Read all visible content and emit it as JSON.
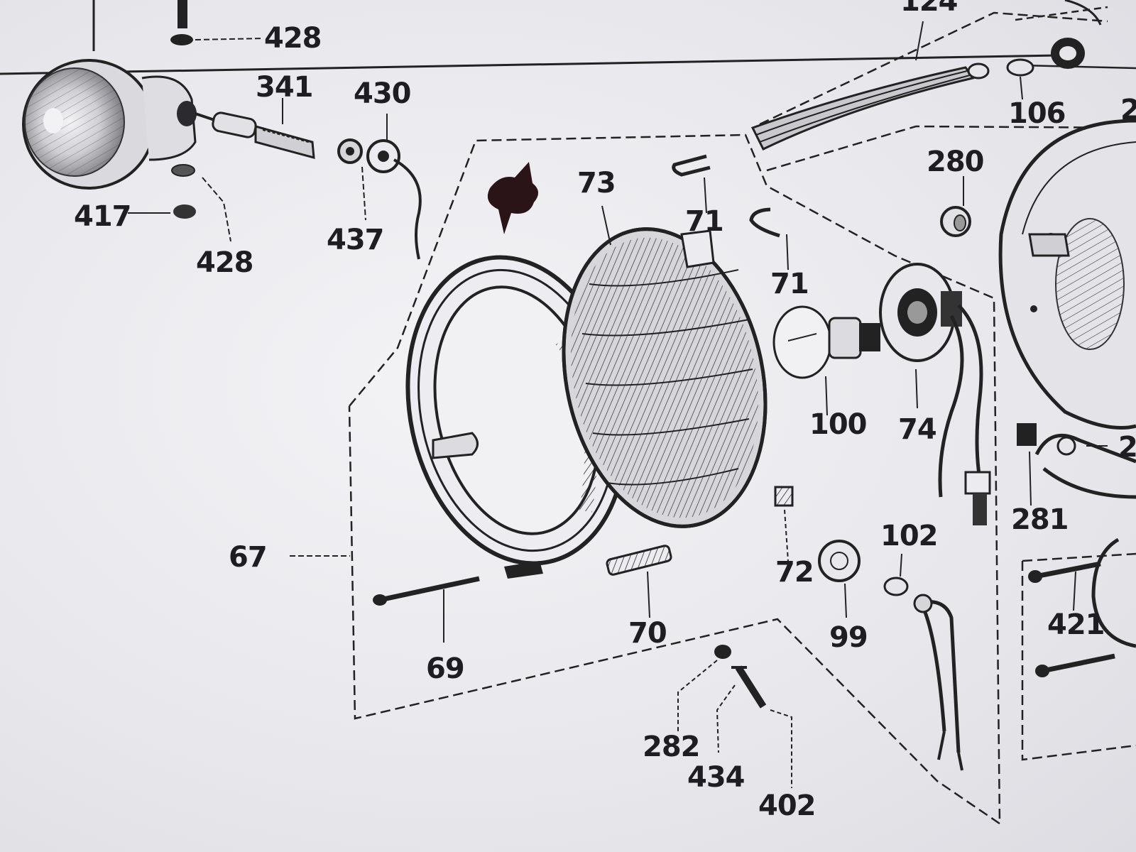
{
  "diagram": {
    "callouts": [
      {
        "id": "c428a",
        "text": "428"
      },
      {
        "id": "c341",
        "text": "341"
      },
      {
        "id": "c430",
        "text": "430"
      },
      {
        "id": "c417",
        "text": "417"
      },
      {
        "id": "c428b",
        "text": "428"
      },
      {
        "id": "c437",
        "text": "437"
      },
      {
        "id": "c124",
        "text": "124"
      },
      {
        "id": "c106",
        "text": "106"
      },
      {
        "id": "c73",
        "text": "73"
      },
      {
        "id": "c71a",
        "text": "71"
      },
      {
        "id": "c71b",
        "text": "71"
      },
      {
        "id": "c280",
        "text": "280"
      },
      {
        "id": "c100",
        "text": "100"
      },
      {
        "id": "c74",
        "text": "74"
      },
      {
        "id": "c281",
        "text": "281"
      },
      {
        "id": "c67",
        "text": "67"
      },
      {
        "id": "c69",
        "text": "69"
      },
      {
        "id": "c70",
        "text": "70"
      },
      {
        "id": "c72",
        "text": "72"
      },
      {
        "id": "c99",
        "text": "99"
      },
      {
        "id": "c102",
        "text": "102"
      },
      {
        "id": "c421",
        "text": "421"
      },
      {
        "id": "c282",
        "text": "282"
      },
      {
        "id": "c434",
        "text": "434"
      },
      {
        "id": "c402",
        "text": "402"
      },
      {
        "id": "c2a",
        "text": "2"
      },
      {
        "id": "c2b",
        "text": "2"
      }
    ]
  },
  "colors": {
    "ink": "#1e1e22",
    "paper": "#eeeef2"
  }
}
